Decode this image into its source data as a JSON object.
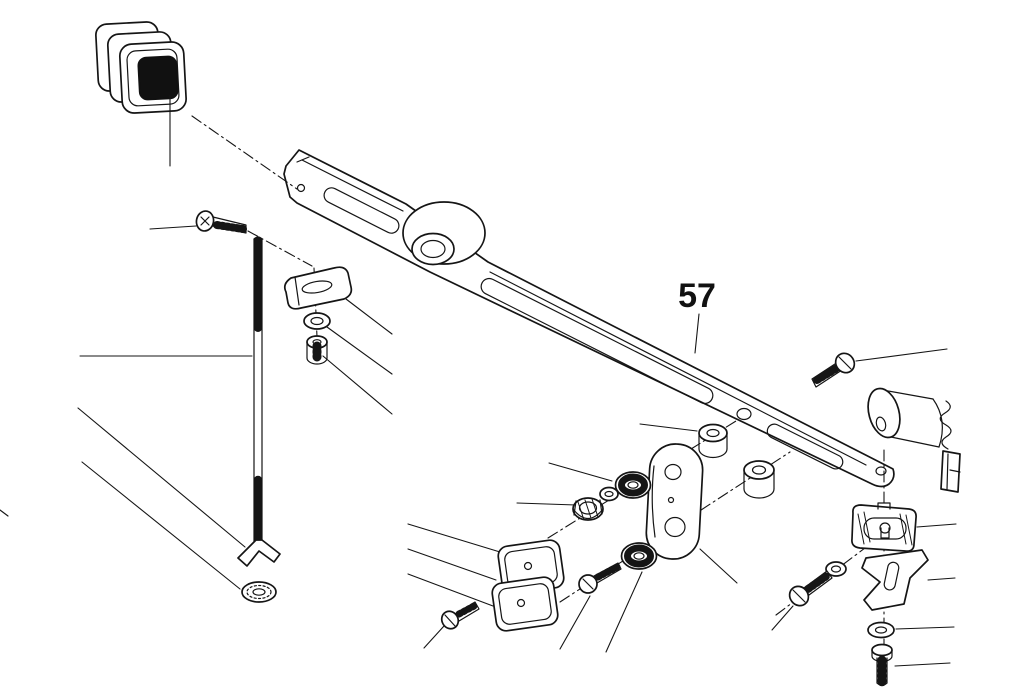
{
  "figure": {
    "label": "57",
    "type": "exploded-parts-diagram",
    "colors": {
      "background": "#ffffff",
      "line": "#151515",
      "solid_fill": "#111111"
    },
    "parts": [
      "cushion-pad-stack",
      "mounting-screw",
      "threaded-rod",
      "rod-hook",
      "push-nut",
      "spring-clip",
      "flat-washer",
      "spacer-bolt",
      "wiper-arm",
      "pivot-boss",
      "arm-slot-front",
      "arm-slot-long",
      "arm-slot-rear",
      "link-plate",
      "upper-bushing",
      "lower-bushing",
      "upper-grommet",
      "lower-grommet",
      "hex-nut",
      "small-washer",
      "link-bolt",
      "pad-plate",
      "pad-plate-screw",
      "pivot-screw",
      "pivot-bushing",
      "spring-coil",
      "edge-bracket",
      "pivot-clamp",
      "mounting-bracket",
      "clamp-washer",
      "clamp-screw",
      "base-washer",
      "base-screw"
    ]
  }
}
